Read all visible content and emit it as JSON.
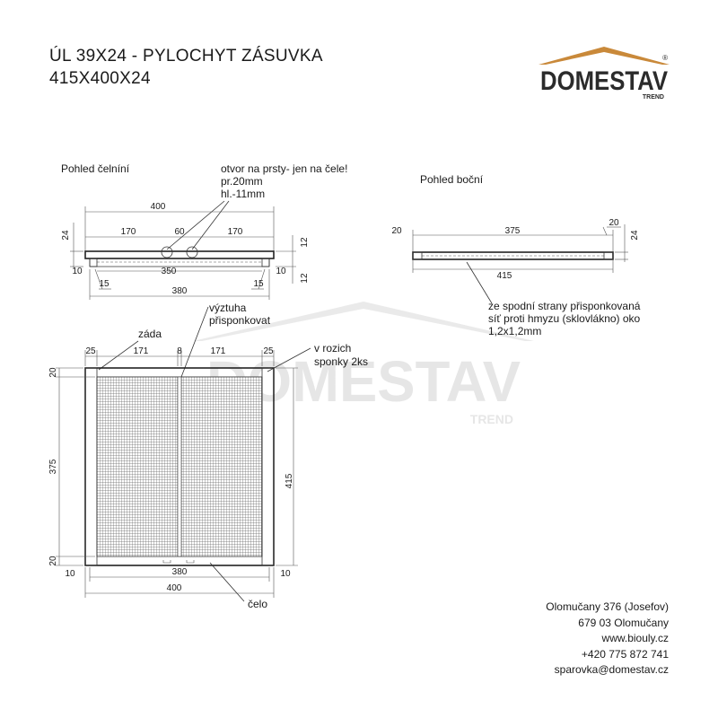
{
  "title": {
    "line1": "ÚL 39X24 - PYLOCHYT ZÁSUVKA",
    "line2": "415X400X24"
  },
  "logo": {
    "name": "DOMESTAV",
    "sub": "TREND",
    "reg": "®",
    "roof_color": "#c9893a",
    "text_color": "#2b2b2b"
  },
  "watermark": {
    "name": "DOMESTAV",
    "sub": "TREND"
  },
  "front_view": {
    "label": "Pohled čelníní",
    "note": [
      "otvor na prsty- jen na čele!",
      "pr.20mm",
      "hl.-11mm"
    ],
    "dims": {
      "overall": "400",
      "left": "170",
      "mid": "60",
      "right": "170",
      "inner": "350",
      "bottom": "380",
      "height": "24",
      "right_top": "12",
      "right_bot": "12",
      "left_end": "10",
      "right_end": "10",
      "foot_l": "15",
      "foot_r": "15"
    }
  },
  "side_view": {
    "label": "Pohled boční",
    "dims": {
      "top": "375",
      "left": "20",
      "right": "20",
      "height": "24",
      "bottom": "415"
    },
    "note": [
      "ze spodní strany přisponkovaná",
      "síť proti hmyzu (sklovlákno) oko",
      "1,2x1,2mm"
    ]
  },
  "plan_view": {
    "label_back": "záda",
    "label_rib": [
      "výztuha",
      "přisponkovat"
    ],
    "label_clips": [
      "v rozich",
      "sponky 2ks"
    ],
    "label_front": "čelo",
    "dims": {
      "top_l": "25",
      "top_a": "171",
      "top_mid": "8",
      "top_b": "171",
      "top_r": "25",
      "left_top": "20",
      "left_mid": "375",
      "left_bot": "20",
      "right": "415",
      "inner_w": "380",
      "overall_w": "400",
      "end_l": "10",
      "end_r": "10"
    }
  },
  "contact": {
    "line1": "Olomučany 376 (Josefov)",
    "line2": "679 03 Olomučany",
    "line3": "www.biouly.cz",
    "line4": "+420 775 872 741",
    "line5": "sparovka@domestav.cz"
  }
}
